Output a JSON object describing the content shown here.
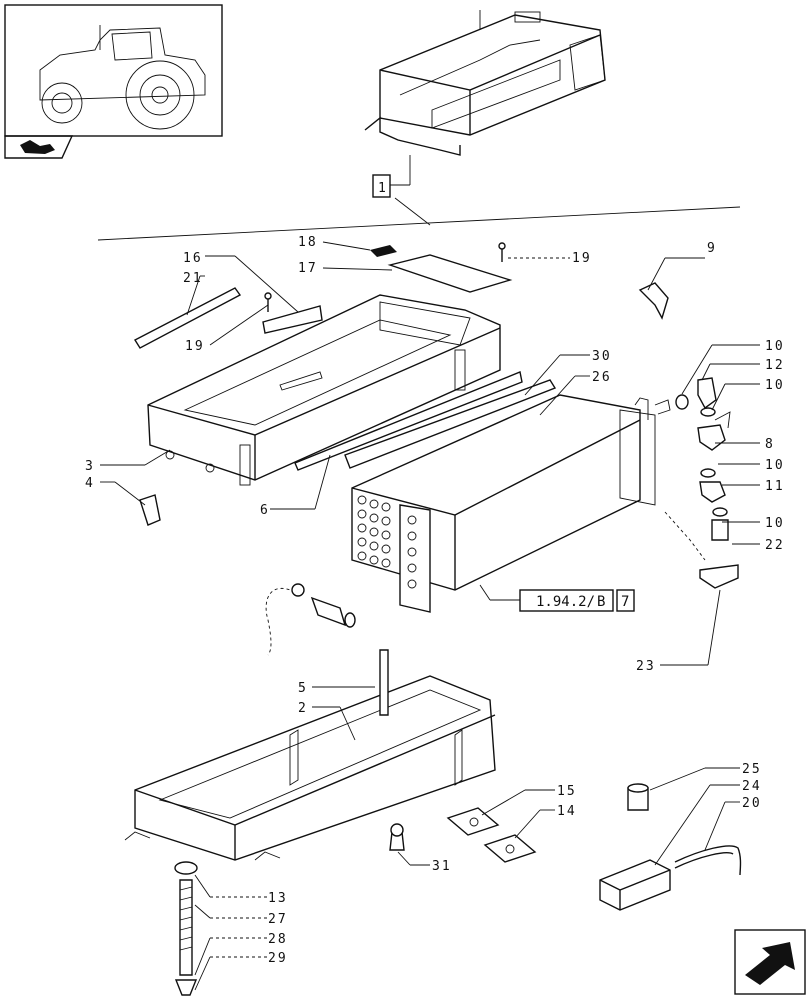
{
  "callouts": {
    "c1": "1",
    "c2": "2",
    "c3": "3",
    "c4": "4",
    "c5": "5",
    "c6": "6",
    "c8": "8",
    "c9": "9",
    "c10a": "10",
    "c10b": "10",
    "c10c": "10",
    "c10d": "10",
    "c11": "11",
    "c12": "12",
    "c13": "13",
    "c14": "14",
    "c15": "15",
    "c16": "16",
    "c17": "17",
    "c18": "18",
    "c19a": "19",
    "c19b": "19",
    "c20": "20",
    "c21": "21",
    "c22": "22",
    "c23": "23",
    "c24": "24",
    "c25": "25",
    "c26": "26",
    "c27": "27",
    "c28": "28",
    "c29": "29",
    "c30": "30",
    "c31": "31"
  },
  "reference": {
    "main": "1.94.2/",
    "letter": "B",
    "page": "7"
  },
  "icons": [
    "tractor-thumbnail",
    "nav-arrow-icon",
    "next-page-icon"
  ]
}
